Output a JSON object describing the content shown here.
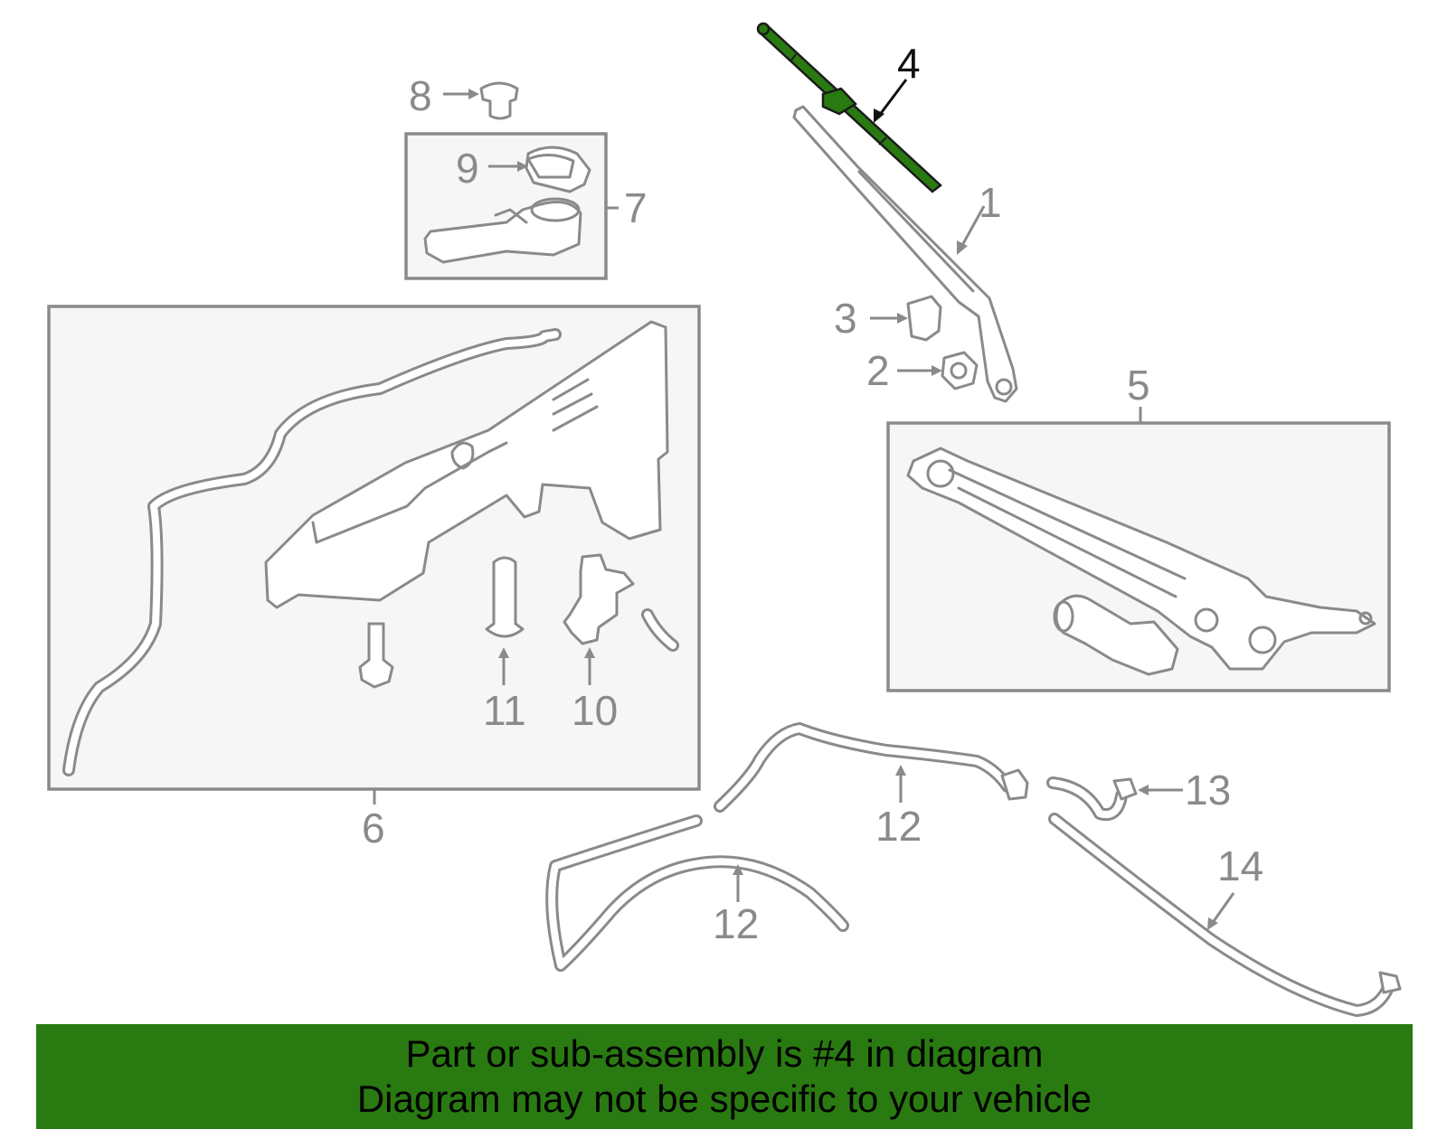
{
  "callouts": {
    "c1": "1",
    "c2": "2",
    "c3": "3",
    "c4": "4",
    "c5": "5",
    "c6": "6",
    "c7": "7",
    "c8": "8",
    "c9": "9",
    "c10": "10",
    "c11": "11",
    "c12a": "12",
    "c12b": "12",
    "c13": "13",
    "c14": "14"
  },
  "highlighted_part": "4",
  "colors": {
    "highlight": "#2a7a12",
    "line": "#8a8a8a",
    "box_fill": "#f6f6f6"
  },
  "footer": {
    "line1": "Part or sub-assembly is #4 in diagram",
    "line2": "Diagram may not be specific to your vehicle"
  }
}
